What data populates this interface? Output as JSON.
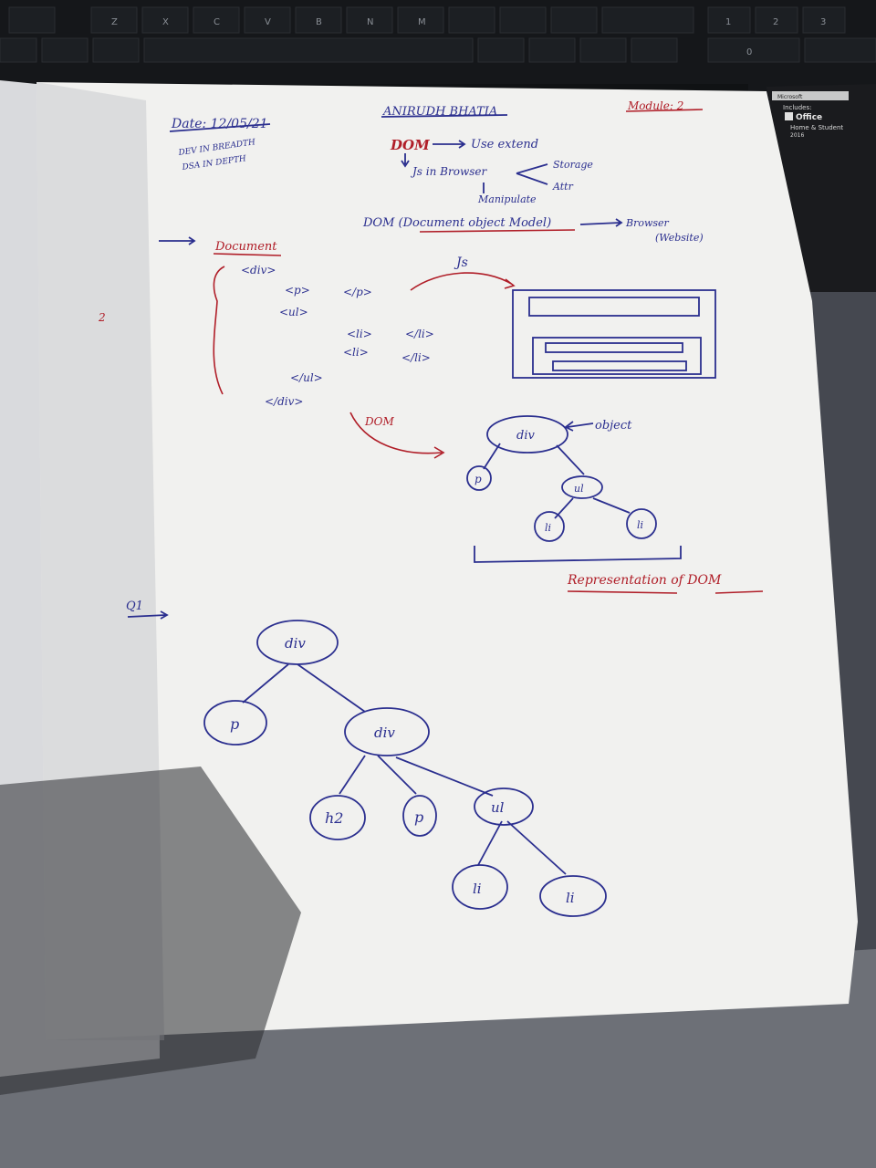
{
  "keyboard": {
    "row1": [
      "Z",
      "X",
      "C",
      "V",
      "B",
      "N",
      "M"
    ],
    "numpad": [
      "1",
      "2",
      "3",
      "0"
    ]
  },
  "box_label": {
    "brand": "Microsoft",
    "includes": "Includes:",
    "product": "Office",
    "edition": "Home & Student",
    "year": "2016"
  },
  "notebook": {
    "header": {
      "date": "Date: 12/05/21",
      "name": "ANIRUDH BHATIA",
      "module": "Module: 2",
      "note_line1": "DEV IN BREADTH",
      "note_line2": "DSA IN DEPTH"
    },
    "dom_notes": {
      "dom": "DOM",
      "use_extend": "Use extend",
      "js_in_browser": "Js in Browser",
      "storage": "Storage",
      "attr": "Attr",
      "manipulate": "Manipulate",
      "dom_full": "DOM (Document object Model)",
      "browser": "Browser",
      "website": "(Website)"
    },
    "document_tree": {
      "document": "Document",
      "lines": [
        "<div>",
        "<p>",
        "</p>",
        "<ul>",
        "<li>",
        "</li>",
        "<li>",
        "</li>",
        "</ul>",
        "</div>"
      ],
      "js_label": "Js",
      "dom_arrow_label": "DOM"
    },
    "dom_representation": {
      "nodes": [
        "div",
        "p",
        "ul",
        "li",
        "li"
      ],
      "object_label": "object",
      "caption": "Representation of DOM"
    },
    "question": {
      "label": "Q1",
      "nodes": [
        "div",
        "p",
        "div",
        "h2",
        "p",
        "ul",
        "li",
        "li"
      ]
    },
    "margin_mark": "2"
  }
}
